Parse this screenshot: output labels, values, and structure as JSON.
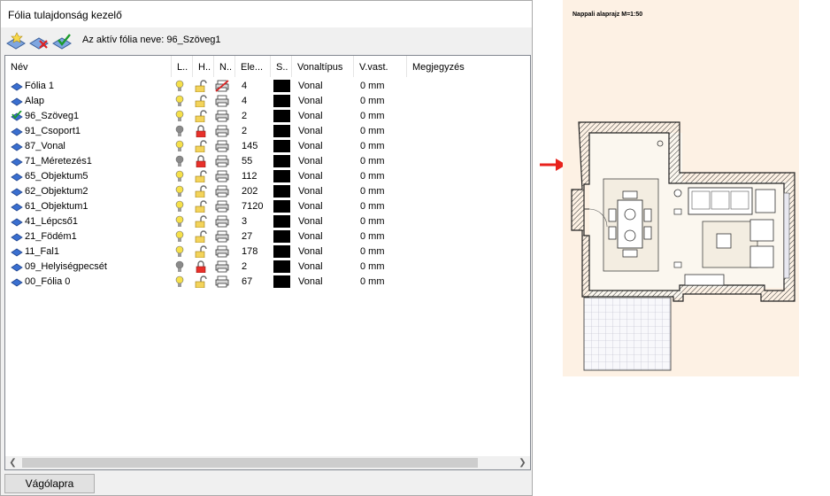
{
  "window": {
    "title": "Fólia tulajdonság kezelő"
  },
  "toolbar": {
    "active_label": "Az aktív fólia neve: 96_Szöveg1"
  },
  "columns": [
    "Név",
    "L..",
    "H..",
    "N..",
    "Ele...",
    "S..",
    "Vonaltípus",
    "V.vast.",
    "Megjegyzés"
  ],
  "rows": [
    {
      "name": "Fólia  1",
      "light": "on",
      "lock": "no-print",
      "elem": "4",
      "linetype": "Vonal",
      "thickness": "0 mm",
      "active": false
    },
    {
      "name": "Alap",
      "light": "on",
      "lock": "open",
      "elem": "4",
      "linetype": "Vonal",
      "thickness": "0 mm",
      "active": false
    },
    {
      "name": "96_Szöveg1",
      "light": "on",
      "lock": "open",
      "elem": "2",
      "linetype": "Vonal",
      "thickness": "0 mm",
      "active": true
    },
    {
      "name": "91_Csoport1",
      "light": "off",
      "lock": "locked",
      "elem": "2",
      "linetype": "Vonal",
      "thickness": "0 mm",
      "active": false
    },
    {
      "name": "87_Vonal",
      "light": "on",
      "lock": "open",
      "elem": "145",
      "linetype": "Vonal",
      "thickness": "0 mm",
      "active": false
    },
    {
      "name": "71_Méretezés1",
      "light": "off",
      "lock": "locked",
      "elem": "55",
      "linetype": "Vonal",
      "thickness": "0 mm",
      "active": false
    },
    {
      "name": "65_Objektum5",
      "light": "on",
      "lock": "open",
      "elem": "112",
      "linetype": "Vonal",
      "thickness": "0 mm",
      "active": false
    },
    {
      "name": "62_Objektum2",
      "light": "on",
      "lock": "open",
      "elem": "202",
      "linetype": "Vonal",
      "thickness": "0 mm",
      "active": false
    },
    {
      "name": "61_Objektum1",
      "light": "on",
      "lock": "open",
      "elem": "7120",
      "linetype": "Vonal",
      "thickness": "0 mm",
      "active": false
    },
    {
      "name": "41_Lépcső1",
      "light": "on",
      "lock": "open",
      "elem": "3",
      "linetype": "Vonal",
      "thickness": "0 mm",
      "active": false
    },
    {
      "name": "21_Födém1",
      "light": "on",
      "lock": "open",
      "elem": "27",
      "linetype": "Vonal",
      "thickness": "0 mm",
      "active": false
    },
    {
      "name": "11_Fal1",
      "light": "on",
      "lock": "open",
      "elem": "178",
      "linetype": "Vonal",
      "thickness": "0 mm",
      "active": false
    },
    {
      "name": "09_Helyiségpecsét",
      "light": "off",
      "lock": "locked",
      "elem": "2",
      "linetype": "Vonal",
      "thickness": "0 mm",
      "active": false
    },
    {
      "name": "00_Fólia 0",
      "light": "on",
      "lock": "open",
      "elem": "67",
      "linetype": "Vonal",
      "thickness": "0 mm",
      "active": false
    }
  ],
  "footer": {
    "clipboard_label": "Vágólapra"
  },
  "preview": {
    "title": "Nappali alaprajz M=1:50"
  },
  "colors": {
    "accent": "#3a6fd0",
    "arrow": "#e8221c",
    "preview_bg": "#fdf1e4"
  }
}
